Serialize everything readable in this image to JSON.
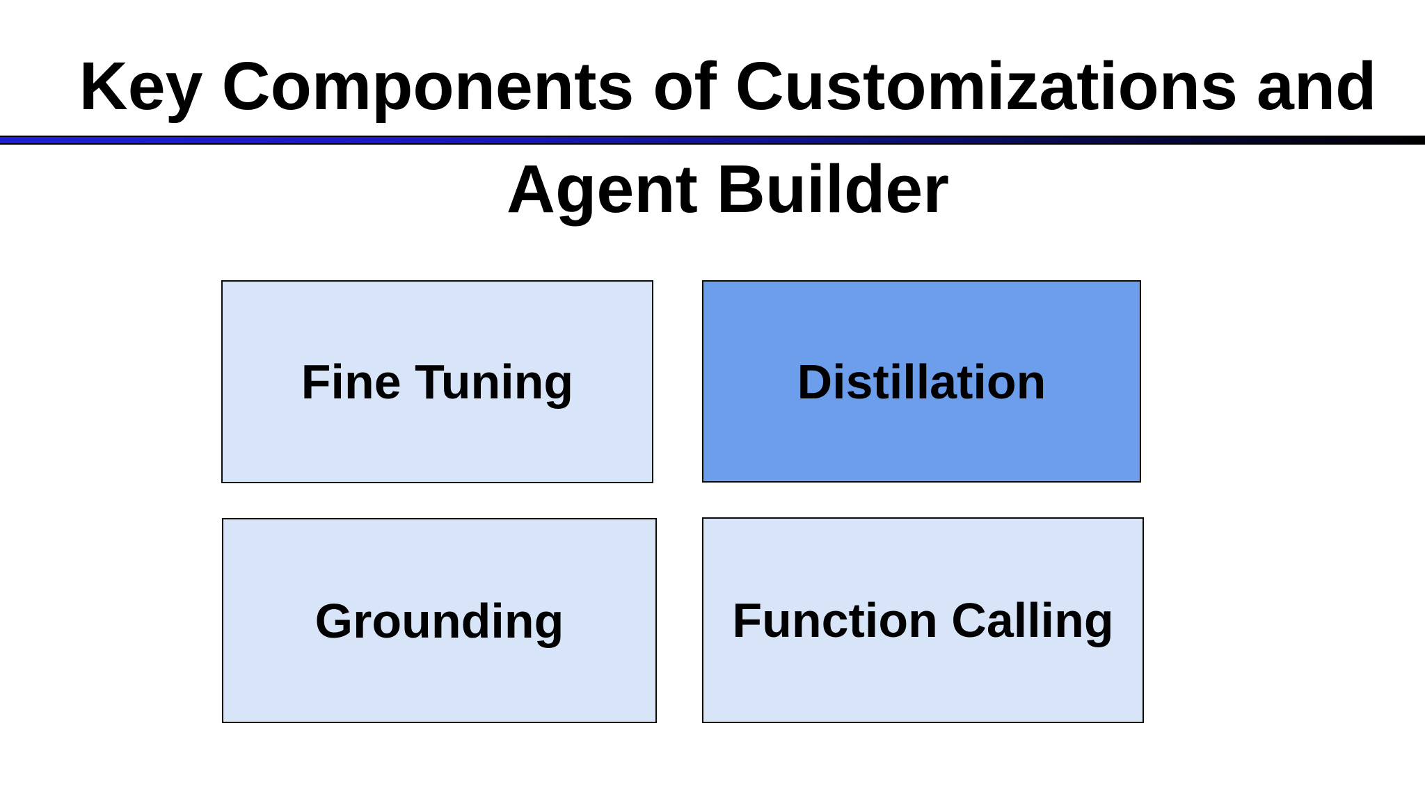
{
  "slide": {
    "title_line1": "Key Components of Customizations and",
    "title_line2": "Agent Builder",
    "boxes": [
      {
        "label": "Fine Tuning",
        "highlighted": false
      },
      {
        "label": "Distillation",
        "highlighted": true
      },
      {
        "label": "Grounding",
        "highlighted": false
      },
      {
        "label": "Function Calling",
        "highlighted": false
      }
    ],
    "colors": {
      "background": "#ffffff",
      "title_text": "#000000",
      "box_light_fill": "#d8e4f8",
      "box_highlight_fill": "#6d9eeb",
      "box_border": "#0b0b0b",
      "divider_gradient_left": "#1e1ed8",
      "divider_gradient_right": "#000000"
    }
  }
}
